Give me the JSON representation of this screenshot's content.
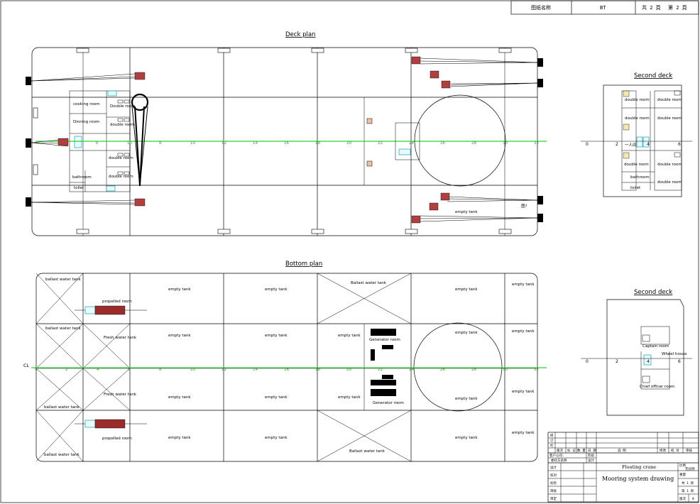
{
  "header": {
    "name_label": "图纸名称",
    "name_value": "BT",
    "total_label": "共 2 頁",
    "page_label": "第 2 頁"
  },
  "deck_plan": {
    "title": "Deck plan",
    "rooms": {
      "cooking": "cooking room",
      "dining": "Dinning room",
      "double1": "Double room",
      "double2": "double room",
      "double3": "double room",
      "double4": "double room",
      "bathroom": "bathroom",
      "toilet": "toilet",
      "empty": "empty tank",
      "mark": "图?"
    }
  },
  "second_deck_upper": {
    "title": "Second deck",
    "rooms": {
      "d1": "double room",
      "d2": "double room",
      "d3": "double room",
      "d4": "double room",
      "d5": "double room",
      "d6": "double room",
      "bath": "bathroom",
      "toilet": "toilet",
      "mark": "一人间"
    },
    "ticks": [
      "0",
      "2",
      "4",
      "6"
    ]
  },
  "bottom_plan": {
    "title": "Bottom plan",
    "cl": "CL",
    "ballast1": "ballast  water tank",
    "ballast2": "ballast  water tank",
    "ballast3": "ballast  water tank",
    "ballast4": "ballast  water tank",
    "ballast_mid_top": "Ballast water tank",
    "ballast_mid_bot": "Ballast water tank",
    "propelled_top": "propelled room",
    "propelled_bot": "propelled room",
    "fresh_top": "Fresh water tank",
    "fresh_bot": "Fresh water tank",
    "generator_top": "Generator room",
    "generator_bot": "Generator room",
    "empty": "empty tank"
  },
  "second_deck_lower": {
    "title": "Second deck",
    "captain": "Captain room",
    "wheel": "Wheel house",
    "chief": "Chief officer room",
    "ticks": [
      "0",
      "2",
      "4",
      "6"
    ]
  },
  "axis_ticks": [
    "0",
    "2",
    "4",
    "6",
    "8",
    "10",
    "12",
    "14",
    "16",
    "18",
    "20",
    "22",
    "24",
    "26",
    "28",
    "30",
    "32"
  ],
  "title_block": {
    "rev_labels": [
      "修",
      "订",
      "栏"
    ],
    "rev_cols": [
      "版次",
      "标 记",
      "数 量",
      "日 期",
      "说       明",
      "修改",
      "校 对",
      "审核"
    ],
    "design_label": "设计",
    "check_label": "校对",
    "standard_label": "标检",
    "review_label": "审核",
    "approve_label": "审定",
    "project_label": "Floating crane",
    "drawing_label": "Mooring system drawing",
    "scale_label": "比例",
    "scale_value": "无比例",
    "weight_label": "重量",
    "total_pages": "共 1 頁",
    "page_no": "第 1 頁",
    "version_label": "版次",
    "version_value": "0",
    "left_note1": "客户公司：",
    "left_note2": "委托方名称",
    "stage1": "阶段",
    "stage2": "设计"
  }
}
